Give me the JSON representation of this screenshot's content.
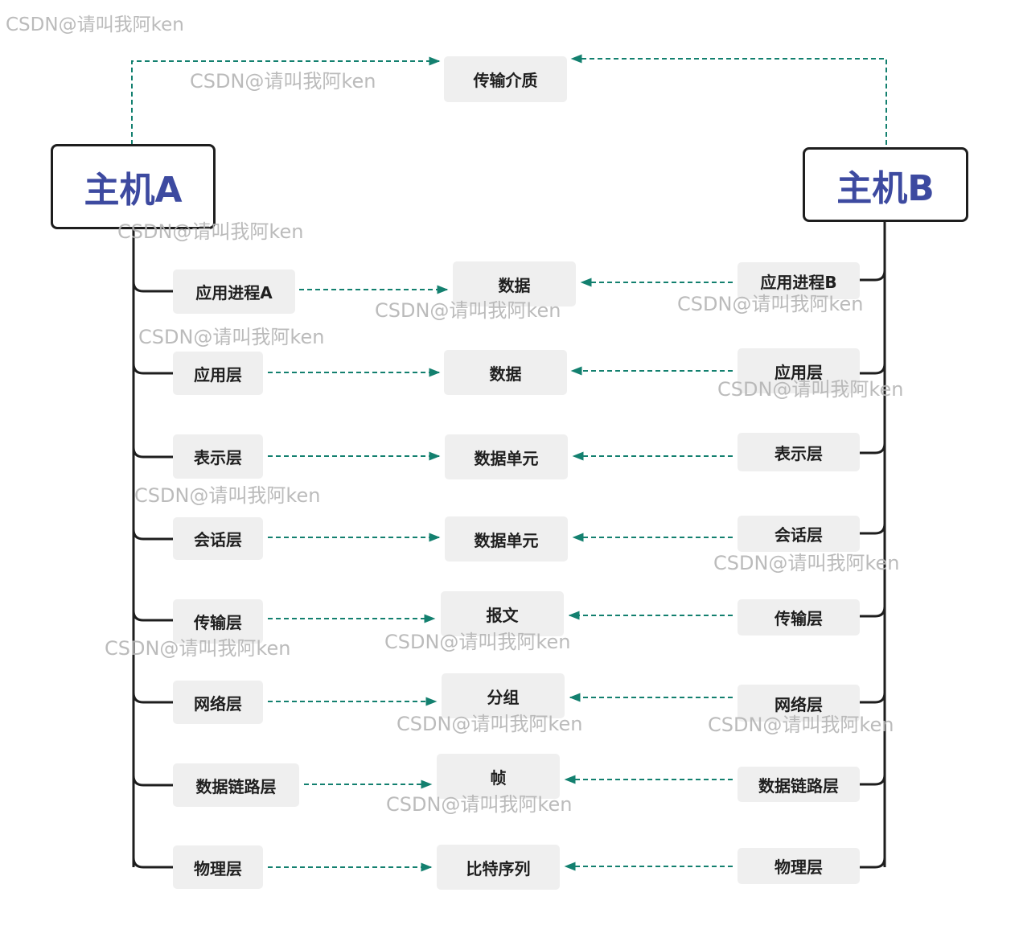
{
  "hosts": {
    "a": "主机A",
    "b": "主机B"
  },
  "medium": "传输介质",
  "rows": [
    {
      "left": "应用进程A",
      "mid": "数据",
      "right": "应用进程B"
    },
    {
      "left": "应用层",
      "mid": "数据",
      "right": "应用层"
    },
    {
      "left": "表示层",
      "mid": "数据单元",
      "right": "表示层"
    },
    {
      "left": "会话层",
      "mid": "数据单元",
      "right": "会话层"
    },
    {
      "left": "传输层",
      "mid": "报文",
      "right": "传输层"
    },
    {
      "left": "网络层",
      "mid": "分组",
      "right": "网络层"
    },
    {
      "left": "数据链路层",
      "mid": "帧",
      "right": "数据链路层"
    },
    {
      "left": "物理层",
      "mid": "比特序列",
      "right": "物理层"
    }
  ],
  "watermark": "CSDN@请叫我阿ken",
  "colors": {
    "arrow": "#13806f",
    "host_text": "#3d4aa0",
    "box_bg": "#efefef",
    "line": "#1e1e1e"
  }
}
